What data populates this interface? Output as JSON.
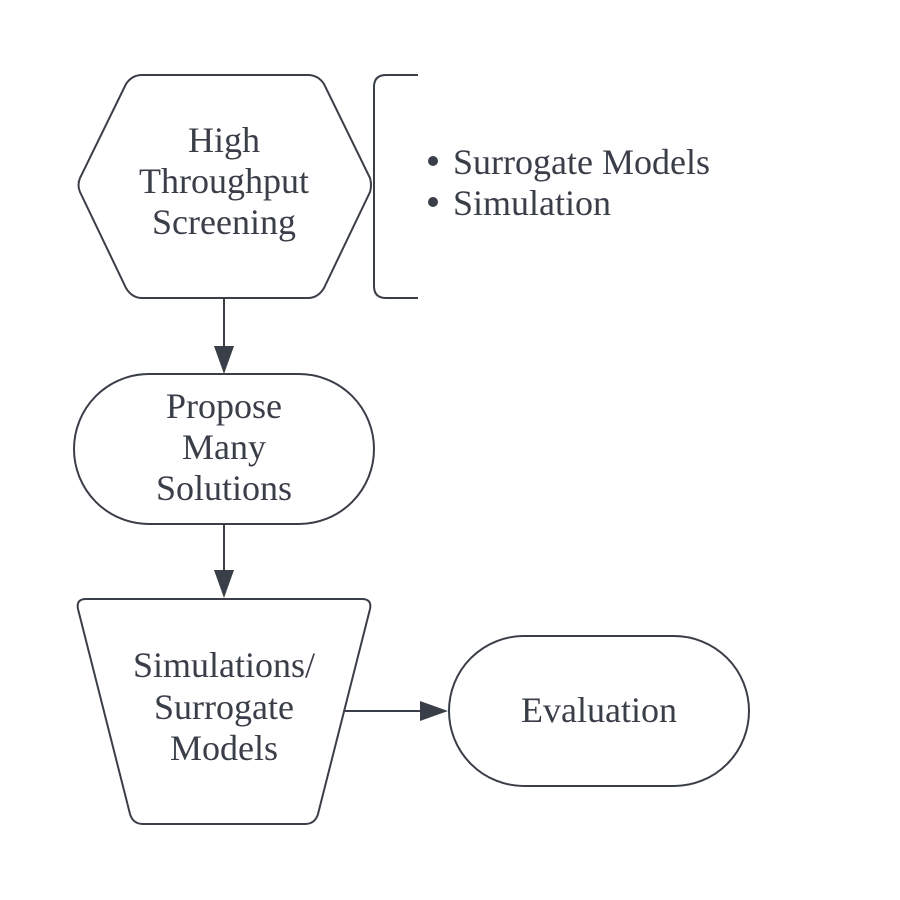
{
  "nodes": {
    "screening": {
      "lines": [
        "High",
        "Throughput",
        "Screening"
      ]
    },
    "propose": {
      "lines": [
        "Propose",
        "Many",
        "Solutions"
      ]
    },
    "simulations": {
      "lines": [
        "Simulations/",
        "Surrogate",
        "Models"
      ]
    },
    "evaluation": {
      "lines": [
        "Evaluation"
      ]
    }
  },
  "annotation": {
    "items": [
      "Surrogate Models",
      "Simulation"
    ]
  },
  "edges": [
    {
      "from": "screening",
      "to": "propose"
    },
    {
      "from": "propose",
      "to": "simulations"
    },
    {
      "from": "simulations",
      "to": "evaluation"
    }
  ],
  "colors": {
    "stroke": "#3a3e48",
    "text": "#3a3e48",
    "background": "#ffffff"
  }
}
